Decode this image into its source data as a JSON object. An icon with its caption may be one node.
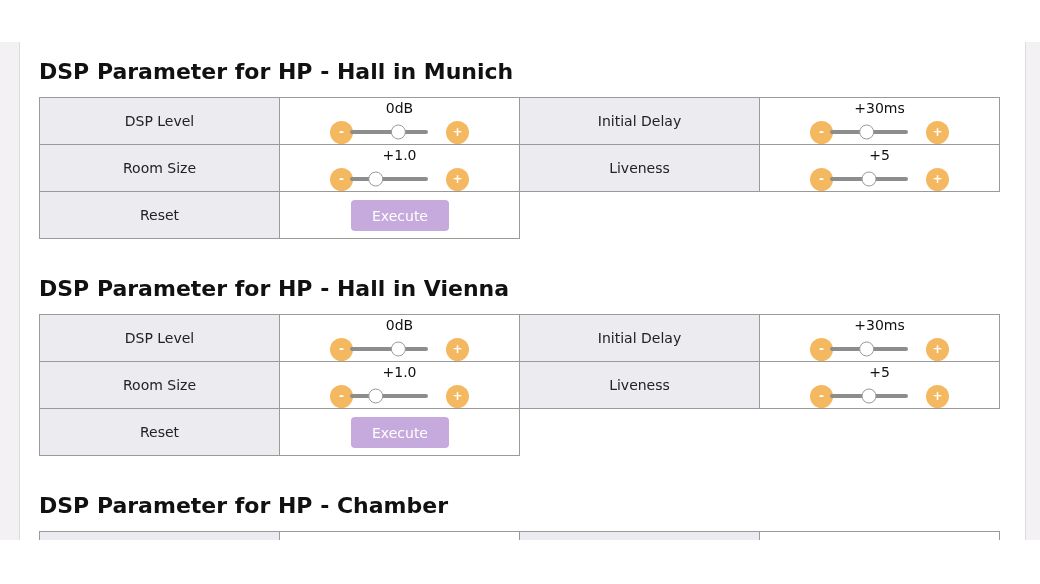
{
  "diagram": {
    "labels": [
      "DSP Parameter for HP - Hall in Munich",
      "DSP Level",
      "0dB",
      "-",
      "+",
      "Initial Delay",
      "+30ms",
      "-",
      "+",
      "Room Size",
      "+1.0",
      "-",
      "+",
      "Liveness",
      "+5",
      "-",
      "+",
      "Reset",
      "Execute",
      "DSP Parameter for HP - Hall in Vienna",
      "DSP Level",
      "0dB",
      "-",
      "+",
      "Initial Delay",
      "+30ms",
      "-",
      "+",
      "Room Size",
      "+1.0",
      "-",
      "+",
      "Liveness",
      "+5",
      "-",
      "+",
      "Reset",
      "Execute",
      "DSP Parameter for HP - Chamber"
    ]
  }
}
